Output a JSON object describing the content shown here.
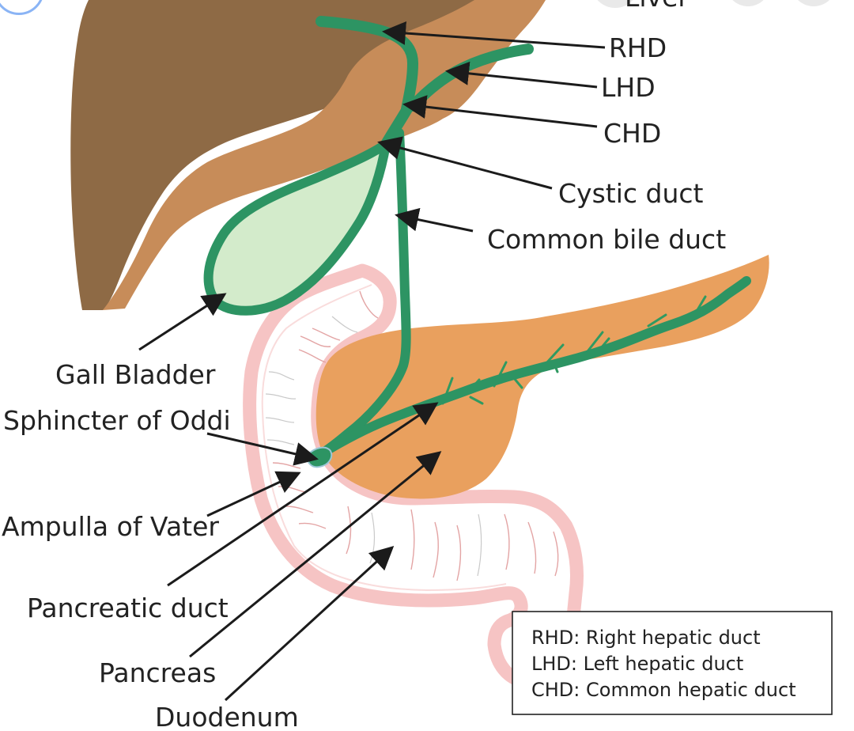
{
  "labels": {
    "liver": "Liver",
    "rhd": "RHD",
    "lhd": "LHD",
    "chd": "CHD",
    "cystic_duct": "Cystic duct",
    "common_bile_duct": "Common bile duct",
    "gall_bladder": "Gall Bladder",
    "sphincter_of_oddi": "Sphincter of Oddi",
    "ampulla_of_vater": "Ampulla of Vater",
    "pancreatic_duct": "Pancreatic duct",
    "pancreas": "Pancreas",
    "duodenum": "Duodenum"
  },
  "legend": [
    {
      "abbr": "RHD",
      "text": ": Right hepatic duct"
    },
    {
      "abbr": "LHD",
      "text": ": Left hepatic duct"
    },
    {
      "abbr": "CHD",
      "text": ": Common hepatic duct"
    }
  ],
  "colors": {
    "liver_dark": "#8e6a45",
    "liver_light": "#c78c59",
    "duct": "#2d9463",
    "gallbladder_fill": "#d3ebcb",
    "pancreas": "#e9a05e",
    "duodenum_outline": "#f6c4c4"
  },
  "icons": [
    "overlay-button-icon",
    "overlay-button-icon",
    "overlay-button-icon"
  ]
}
